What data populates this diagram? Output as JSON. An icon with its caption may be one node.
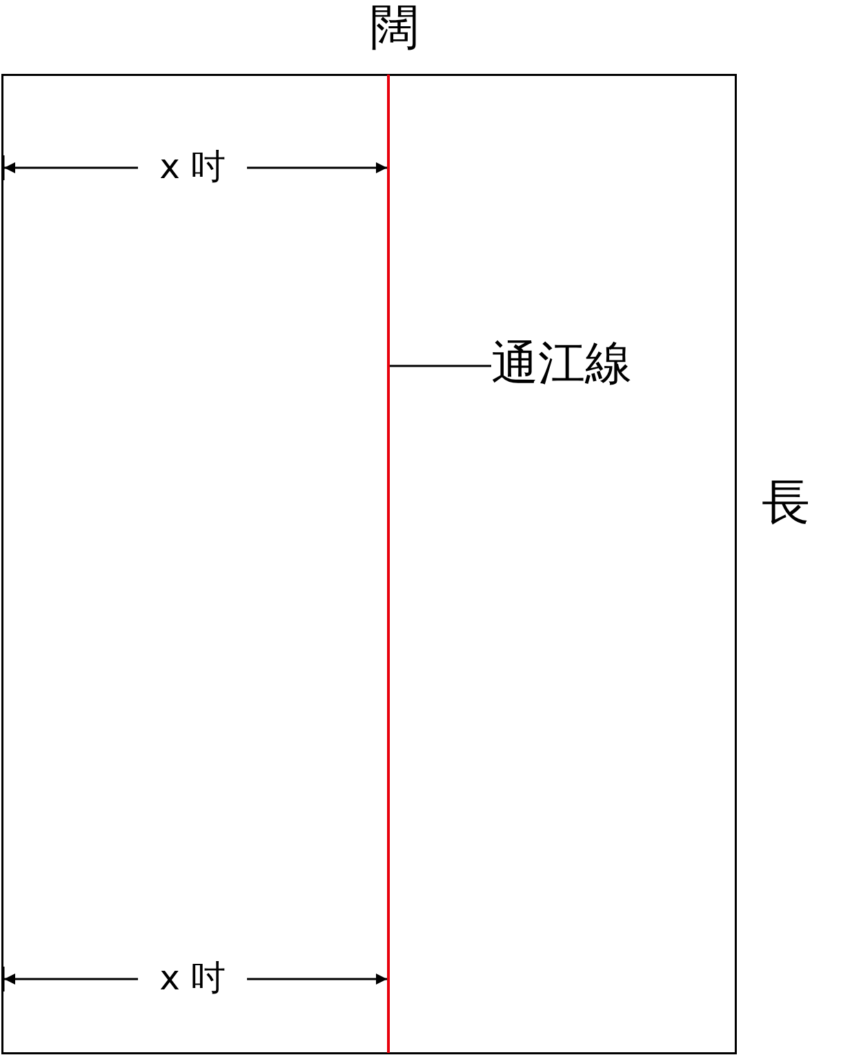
{
  "diagram": {
    "nodes": [
      {
        "text": [
          "通江線"
        ]
      },
      {
        "text": [],
        "shape": "line"
      }
    ],
    "edges": [
      {
        "from": 0,
        "to": 1,
        "arrow": "none"
      }
    ],
    "labels": [
      "闊",
      "x 吋",
      "長",
      "x 吋"
    ]
  }
}
